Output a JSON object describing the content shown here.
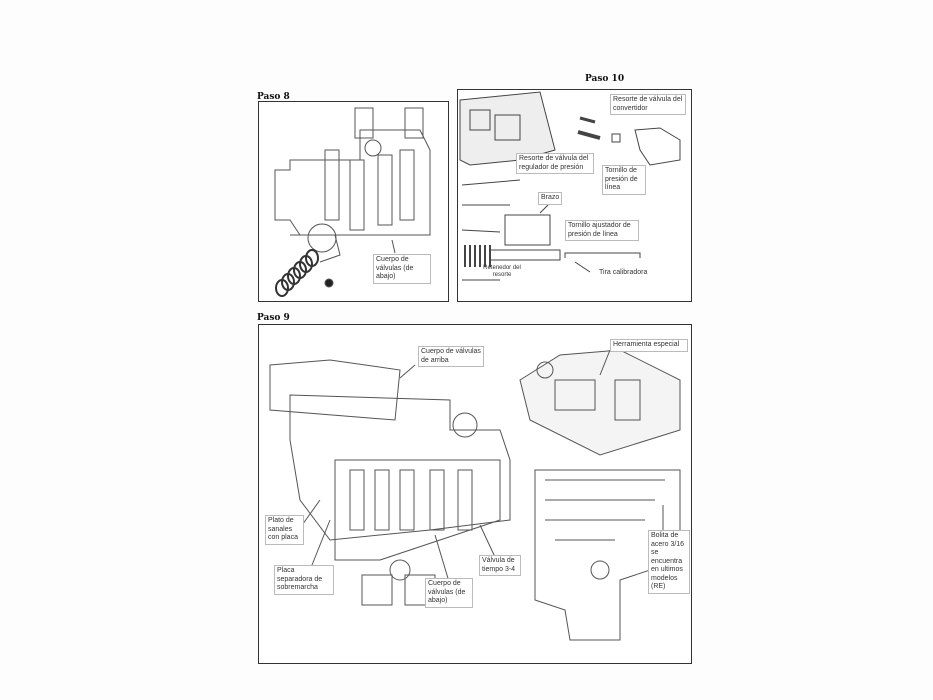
{
  "steps": {
    "paso8": {
      "title": "Paso 8",
      "labels": {
        "lower_body": "Cuerpo de válvulas (de abajo)"
      }
    },
    "paso10": {
      "title": "Paso 10",
      "labels": {
        "converter_spring": "Resorte de válvula del convertidor",
        "regulator_spring": "Resorte de válvula del regulador de presión",
        "line_pressure_screw": "Tornillo de presión de línea",
        "arm": "Brazo",
        "adjust_screw": "Tornillo ajustador de presión de línea",
        "retainer": "Retenedor del resorte",
        "gauge_strip": "Tira calibradora"
      }
    },
    "paso9": {
      "title": "Paso 9",
      "labels": {
        "special_tool": "Herramienta especial",
        "upper_body": "Cuerpo de válvulas de arriba",
        "channel_plate": "Plato de sanales con placa",
        "separator_plate": "Placa separadora de sobremarcha",
        "lower_body": "Cuerpo de válvulas (de abajo)",
        "timing_valve": "Válvula de tiempo 3-4",
        "steel_ball": "Bolita de acero 3/16 se encuentra en ultimos modelos (RE)"
      }
    }
  }
}
